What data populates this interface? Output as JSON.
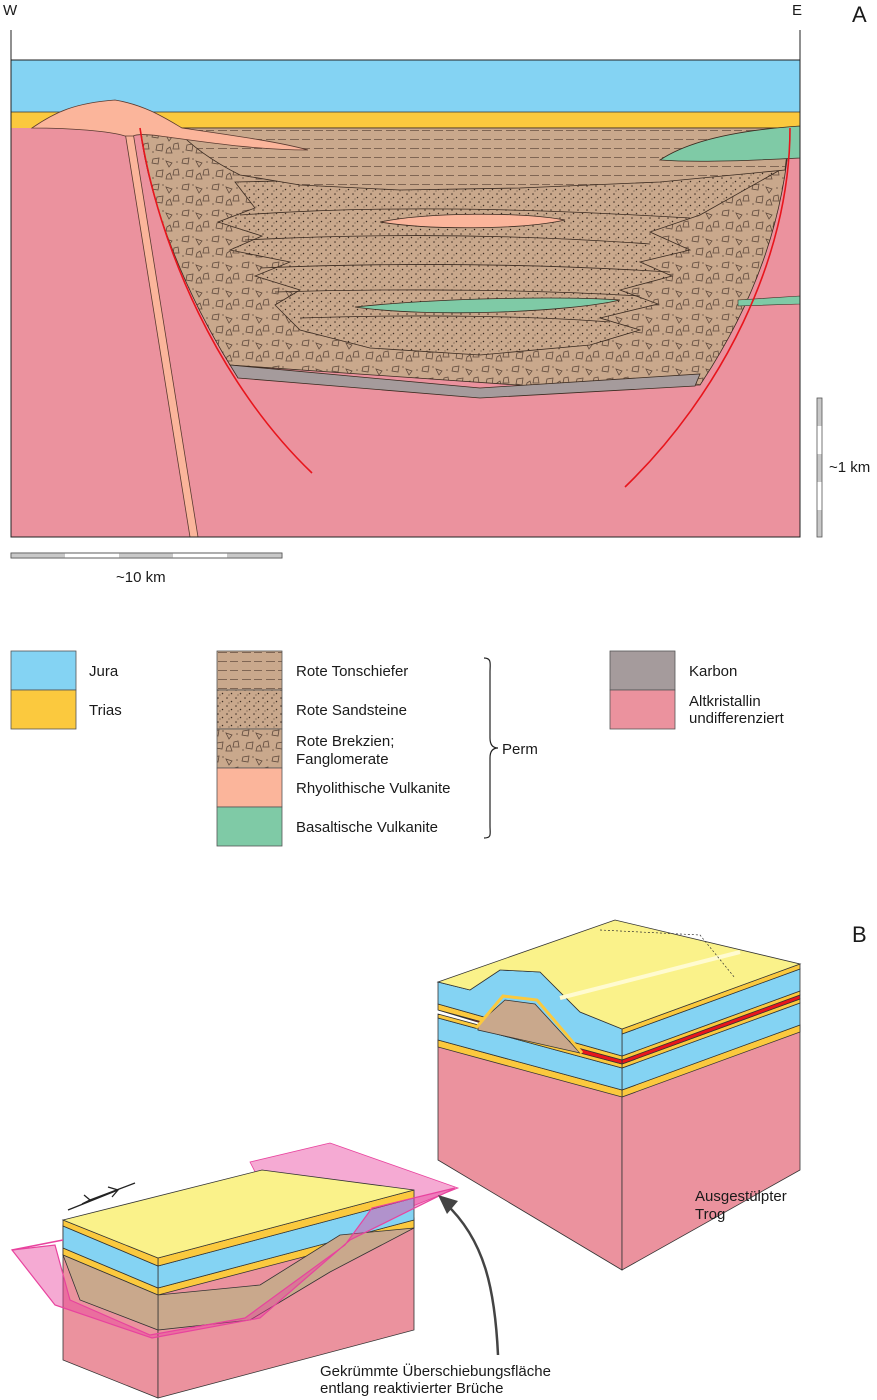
{
  "panel_a": {
    "panel_letter": "A",
    "west_label": "W",
    "east_label": "E",
    "horizontal_scale_label": "~10 km",
    "vertical_scale_label": "~1 km"
  },
  "legend": {
    "jura": "Jura",
    "trias": "Trias",
    "rote_tonschiefer": "Rote Tonschiefer",
    "rote_sandsteine": "Rote Sandsteine",
    "rote_brekzien_line1": "Rote Brekzien;",
    "rote_brekzien_line2": "Fanglomerate",
    "rhyolithische_vulkanite": "Rhyolithische Vulkanite",
    "basaltische_vulkanite": "Basaltische Vulkanite",
    "perm": "Perm",
    "karbon": "Karbon",
    "altkristallin_line1": "Altkristallin",
    "altkristallin_line2": "undifferenziert"
  },
  "panel_b": {
    "panel_letter": "B",
    "trough_label_line1": "Ausgestülpter",
    "trough_label_line2": "Trog",
    "fault_label_line1": "Gekrümmte Überschiebungsfläche",
    "fault_label_line2": "entlang reaktivierter Brüche"
  },
  "colors": {
    "jura": "#84d3f3",
    "trias": "#fbc93e",
    "perm": "#c9a88c",
    "rhyolith": "#fbb59b",
    "basalt": "#7fcaa6",
    "karbon": "#a59b9c",
    "altkristallin": "#eb929e",
    "fault": "#e8151c",
    "thrust_plane": "#e8439e",
    "top_surface": "#faf28a"
  }
}
